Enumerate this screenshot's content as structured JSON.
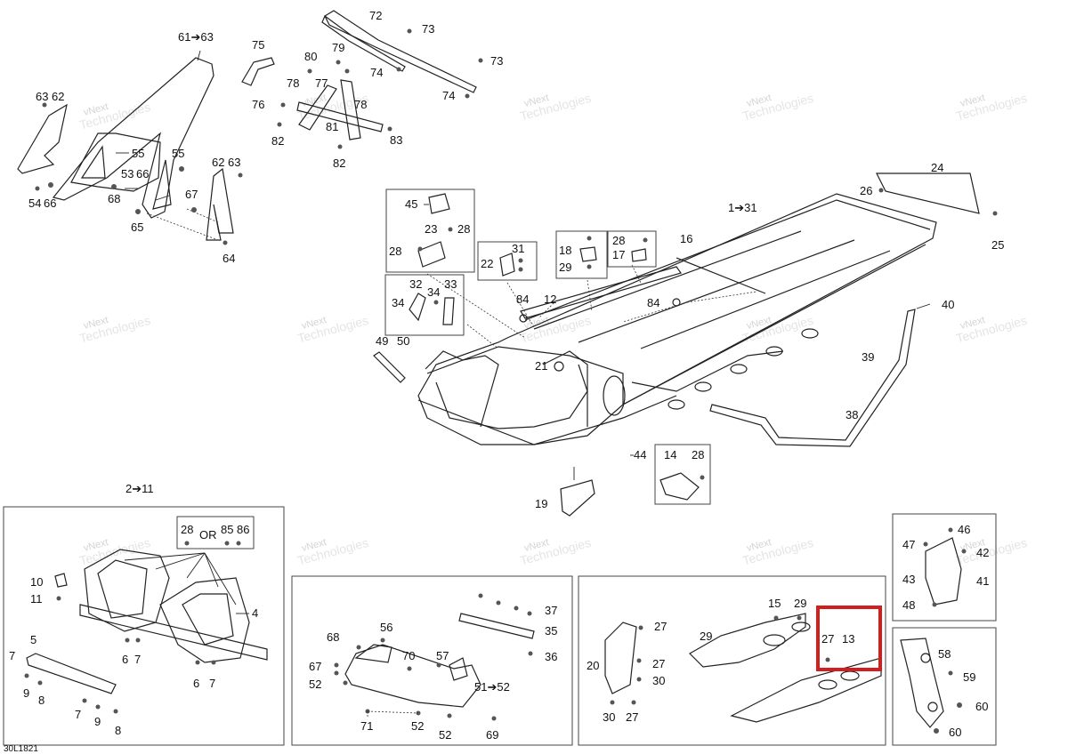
{
  "diagram": {
    "document_code": "30L1821",
    "watermark_lines": [
      "vNext",
      "Technologies"
    ],
    "or_text": "OR",
    "highlight_color": "#d11f1f",
    "labels": {
      "l61_63": "61➔63",
      "l75": "75",
      "l72": "72",
      "l73a": "73",
      "l73b": "73",
      "l74a": "74",
      "l74b": "74",
      "l80": "80",
      "l79": "79",
      "l78": "78",
      "l77": "77",
      "l78b": "78",
      "l76": "76",
      "l81": "81",
      "l82a": "82",
      "l83": "83",
      "l82b": "82",
      "l63a": "63",
      "l62a": "62",
      "l55a": "55",
      "l55b": "55",
      "l53": "53",
      "l66a": "66",
      "l68": "68",
      "l67": "67",
      "l54": "54",
      "l66b": "66",
      "l65": "65",
      "l62b": "62",
      "l63b": "63",
      "l64": "64",
      "l24": "24",
      "l26": "26",
      "l25": "25",
      "l1_31": "1➔31",
      "l16": "16",
      "l45": "45",
      "l23": "23",
      "l28a": "28",
      "l28b": "28",
      "l22": "22",
      "l31": "31",
      "l18": "18",
      "l29a": "29",
      "l28c": "28",
      "l17": "17",
      "l34a": "34",
      "l32": "32",
      "l34b": "34",
      "l33": "33",
      "l84a": "84",
      "l12": "12",
      "l84b": "84",
      "l40": "40",
      "l49": "49",
      "l50": "50",
      "l21": "21",
      "l39": "39",
      "l38": "38",
      "l44": "44",
      "l14": "14",
      "l28d": "28",
      "l19": "19",
      "l2_11": "2➔11",
      "l28e": "28",
      "l85": "85",
      "l86": "86",
      "l10": "10",
      "l11": "11",
      "l4": "4",
      "l5": "5",
      "l7a": "7",
      "l6a": "6",
      "l7b": "7",
      "l6b": "6",
      "l7c": "7",
      "l9a": "9",
      "l8a": "8",
      "l7d": "7",
      "l9b": "9",
      "l8b": "8",
      "l37": "37",
      "l35": "35",
      "l36": "36",
      "l68b": "68",
      "l56": "56",
      "l70": "70",
      "l57": "57",
      "l67b": "67",
      "l52a": "52",
      "l51_52": "51➔52",
      "l71": "71",
      "l52b": "52",
      "l52c": "52",
      "l69": "69",
      "l27a": "27",
      "l15": "15",
      "l29b": "29",
      "l29c": "29",
      "l20": "20",
      "l27b": "27",
      "l30a": "30",
      "l30b": "30",
      "l27c": "27",
      "l27d": "27",
      "l13": "13",
      "l46": "46",
      "l47": "47",
      "l42": "42",
      "l43": "43",
      "l41": "41",
      "l48": "48",
      "l58": "58",
      "l59": "59",
      "l60a": "60",
      "l60b": "60"
    }
  }
}
